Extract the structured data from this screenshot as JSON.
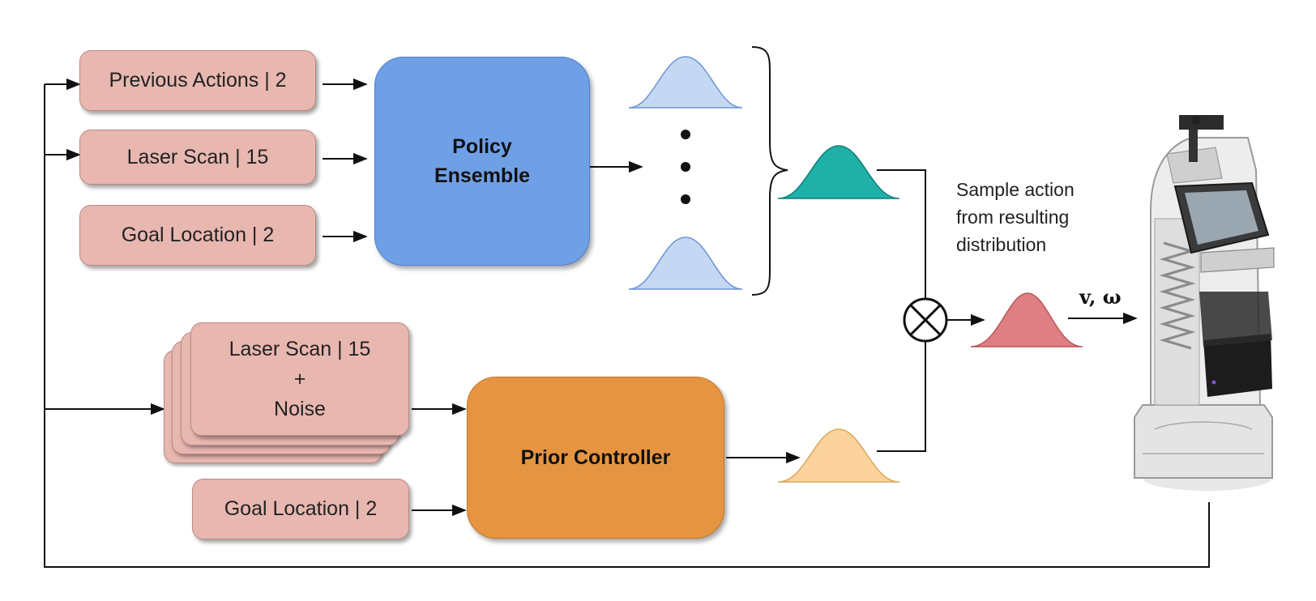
{
  "inputs": {
    "previous_actions": "Previous Actions | 2",
    "laser_scan": "Laser Scan | 15",
    "goal_location": "Goal Location | 2",
    "noisy_laser_line1": "Laser Scan | 15",
    "noisy_laser_line2": "+",
    "noisy_laser_line3": "Noise",
    "prior_goal_location": "Goal Location | 2"
  },
  "blocks": {
    "policy_line1": "Policy",
    "policy_line2": "Ensemble",
    "prior": "Prior Controller"
  },
  "annotations": {
    "sample_line1": "Sample action",
    "sample_line2": "from resulting",
    "sample_line3": "distribution",
    "output_label": "v, ω"
  },
  "colors": {
    "input_box": "#e8b7b0",
    "policy_block": "#6fa0e6",
    "prior_block": "#e59542",
    "ensemble_member": "#c5d8f3",
    "combined_policy": "#1fb0a8",
    "prior_distribution": "#fcd39c",
    "result_distribution": "#de7f84"
  }
}
